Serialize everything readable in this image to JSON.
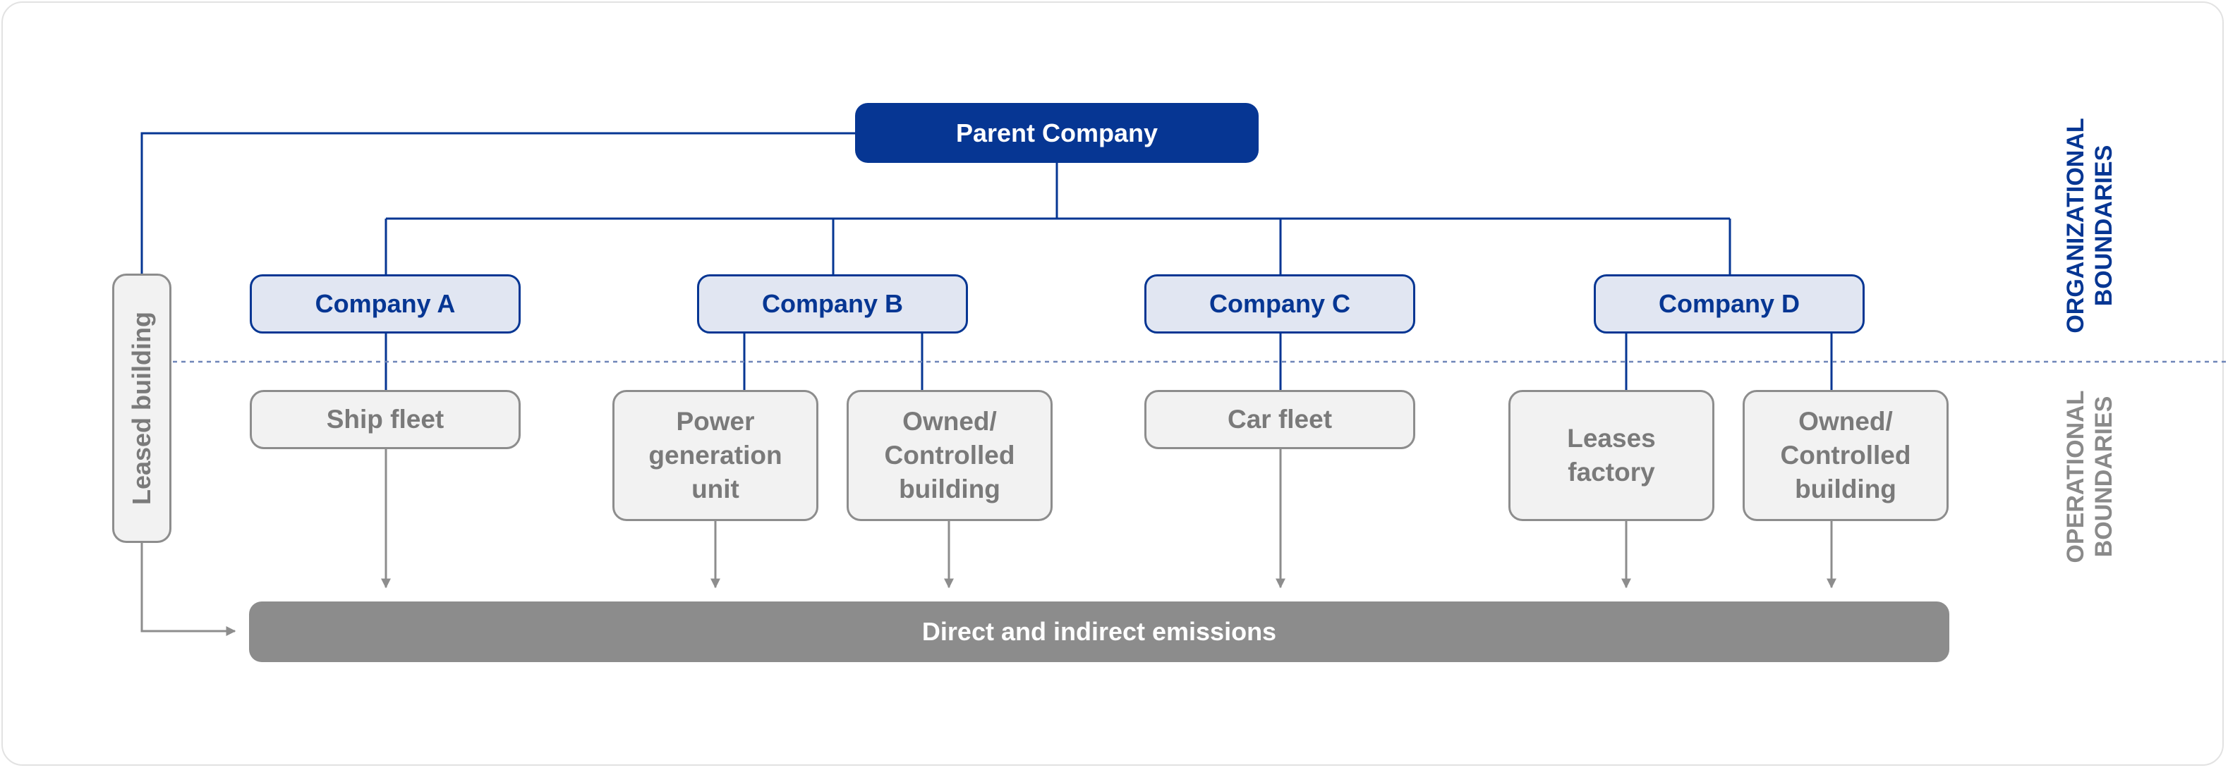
{
  "parent": {
    "label": "Parent Company"
  },
  "companies": [
    {
      "label": "Company A"
    },
    {
      "label": "Company B"
    },
    {
      "label": "Company C"
    },
    {
      "label": "Company D"
    }
  ],
  "units": [
    {
      "label": "Ship fleet",
      "company": "Company A"
    },
    {
      "label": "Power\ngeneration\nunit",
      "company": "Company B"
    },
    {
      "label": "Owned/\nControlled\nbuilding",
      "company": "Company B"
    },
    {
      "label": "Car fleet",
      "company": "Company C"
    },
    {
      "label": "Leases\nfactory",
      "company": "Company D"
    },
    {
      "label": "Owned/\nControlled\nbuilding",
      "company": "Company D"
    }
  ],
  "leased_building": {
    "label": "Leased building"
  },
  "emissions": {
    "label": "Direct and indirect emissions"
  },
  "boundaries": {
    "organizational": "ORGANIZATIONAL\nBOUNDARIES",
    "operational": "OPERATIONAL\nBOUNDARIES"
  },
  "colors": {
    "navy": "#063693",
    "company_fill": "#e1e6f2",
    "unit_fill": "#f2f2f2",
    "unit_border": "#8d8d8d",
    "emissions_fill": "#8c8c8c",
    "grey_text": "#7a7a7a"
  }
}
